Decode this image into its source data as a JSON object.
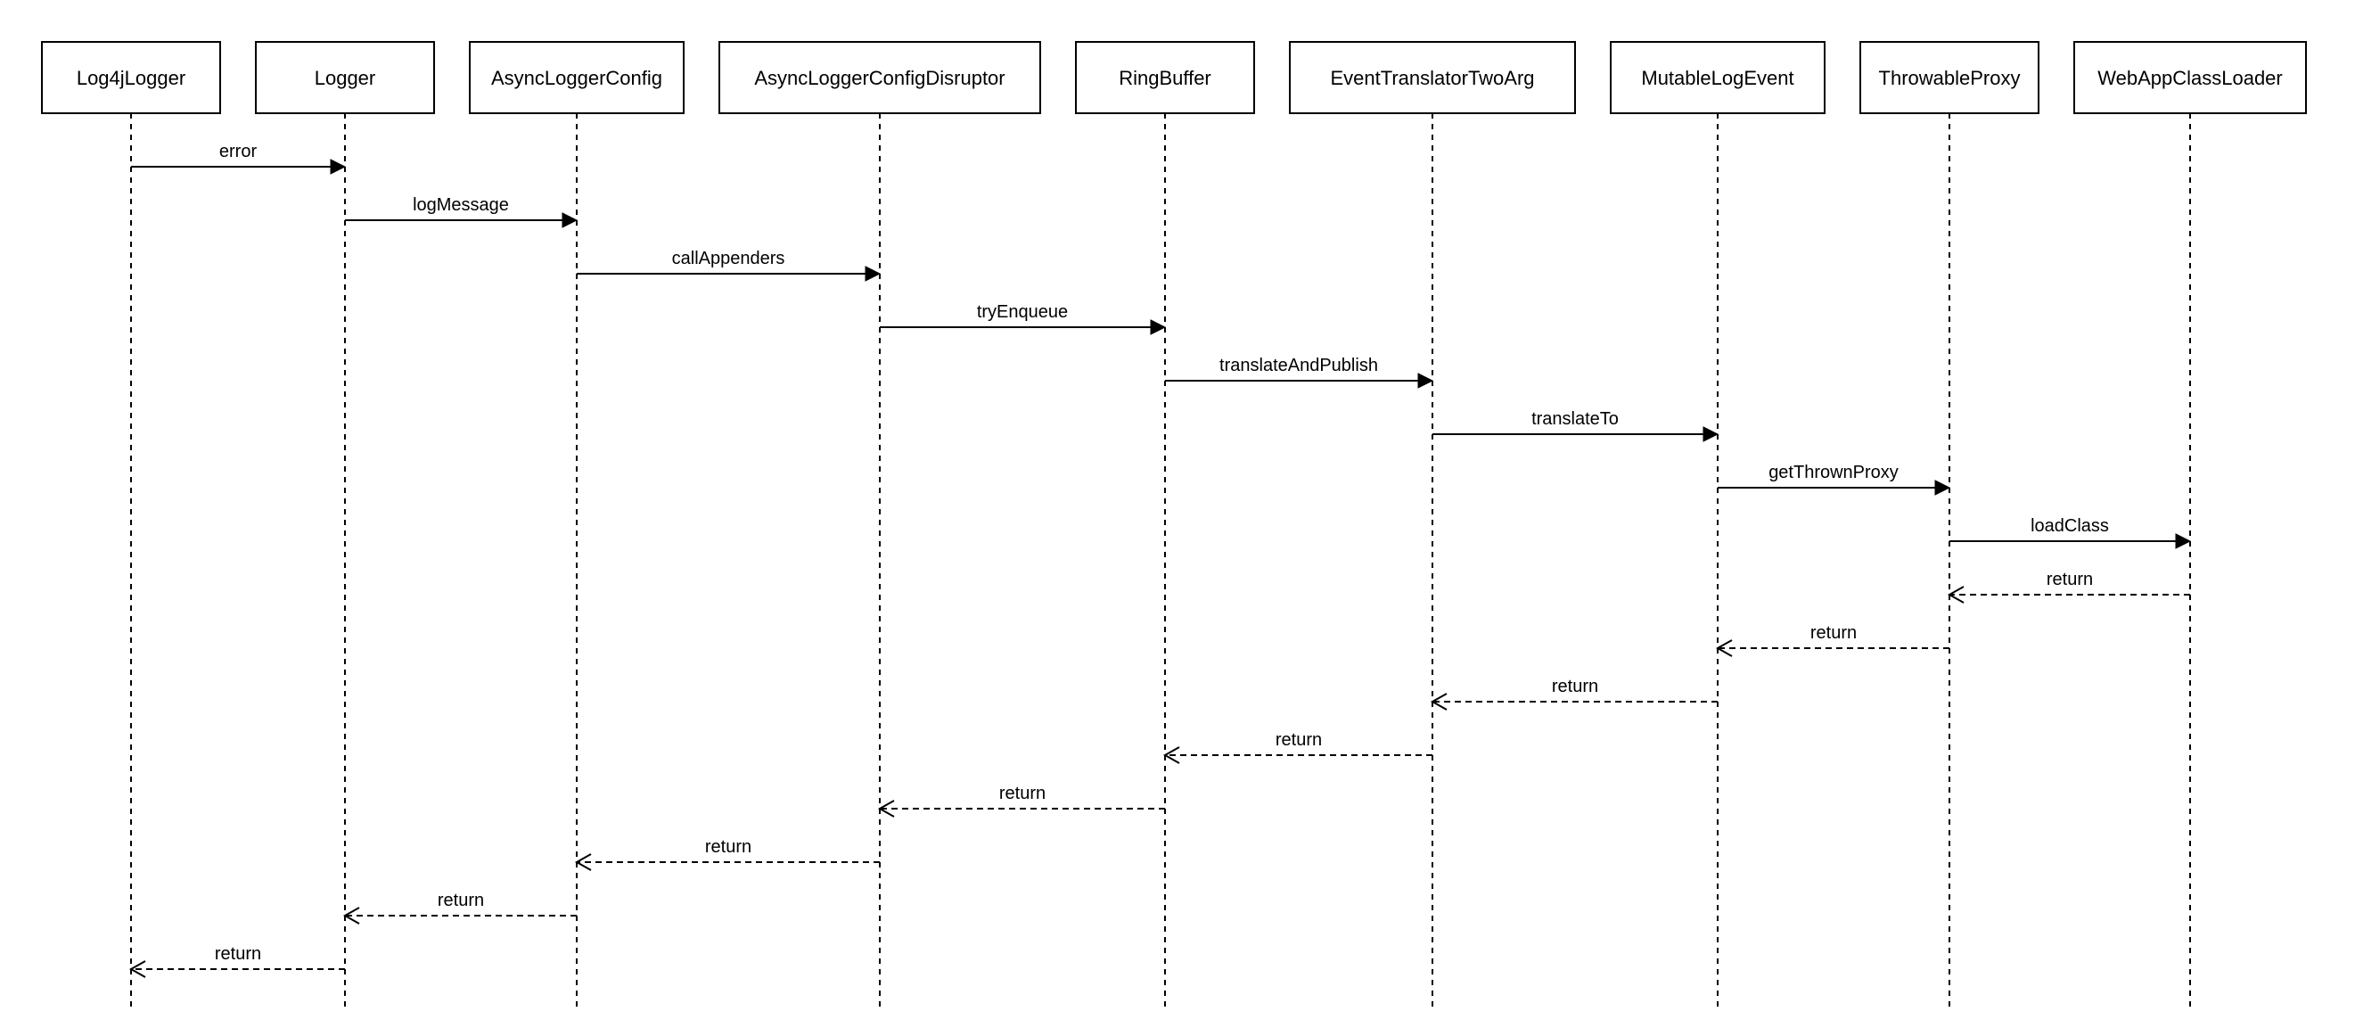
{
  "diagram": {
    "type": "sequence",
    "participants": [
      {
        "id": "log4jlogger",
        "label": "Log4jLogger"
      },
      {
        "id": "logger",
        "label": "Logger"
      },
      {
        "id": "asyncloggerconfig",
        "label": "AsyncLoggerConfig"
      },
      {
        "id": "asyncloggerconfigdisruptor",
        "label": "AsyncLoggerConfigDisruptor"
      },
      {
        "id": "ringbuffer",
        "label": "RingBuffer"
      },
      {
        "id": "eventtranslatortwoarg",
        "label": "EventTranslatorTwoArg"
      },
      {
        "id": "mutablelogevent",
        "label": "MutableLogEvent"
      },
      {
        "id": "throwableproxy",
        "label": "ThrowableProxy"
      },
      {
        "id": "webappclassloader",
        "label": "WebAppClassLoader"
      }
    ],
    "messages": [
      {
        "from": 0,
        "to": 1,
        "label": "error",
        "kind": "call"
      },
      {
        "from": 1,
        "to": 2,
        "label": "logMessage",
        "kind": "call"
      },
      {
        "from": 2,
        "to": 3,
        "label": "callAppenders",
        "kind": "call"
      },
      {
        "from": 3,
        "to": 4,
        "label": "tryEnqueue",
        "kind": "call"
      },
      {
        "from": 4,
        "to": 5,
        "label": "translateAndPublish",
        "kind": "call"
      },
      {
        "from": 5,
        "to": 6,
        "label": "translateTo",
        "kind": "call"
      },
      {
        "from": 6,
        "to": 7,
        "label": "getThrownProxy",
        "kind": "call"
      },
      {
        "from": 7,
        "to": 8,
        "label": "loadClass",
        "kind": "call"
      },
      {
        "from": 8,
        "to": 7,
        "label": "return",
        "kind": "return"
      },
      {
        "from": 7,
        "to": 6,
        "label": "return",
        "kind": "return"
      },
      {
        "from": 6,
        "to": 5,
        "label": "return",
        "kind": "return"
      },
      {
        "from": 5,
        "to": 4,
        "label": "return",
        "kind": "return"
      },
      {
        "from": 4,
        "to": 3,
        "label": "return",
        "kind": "return"
      },
      {
        "from": 3,
        "to": 2,
        "label": "return",
        "kind": "return"
      },
      {
        "from": 2,
        "to": 1,
        "label": "return",
        "kind": "return"
      },
      {
        "from": 1,
        "to": 0,
        "label": "return",
        "kind": "return"
      }
    ],
    "colors": {
      "stroke": "#000000",
      "background": "#ffffff"
    }
  }
}
